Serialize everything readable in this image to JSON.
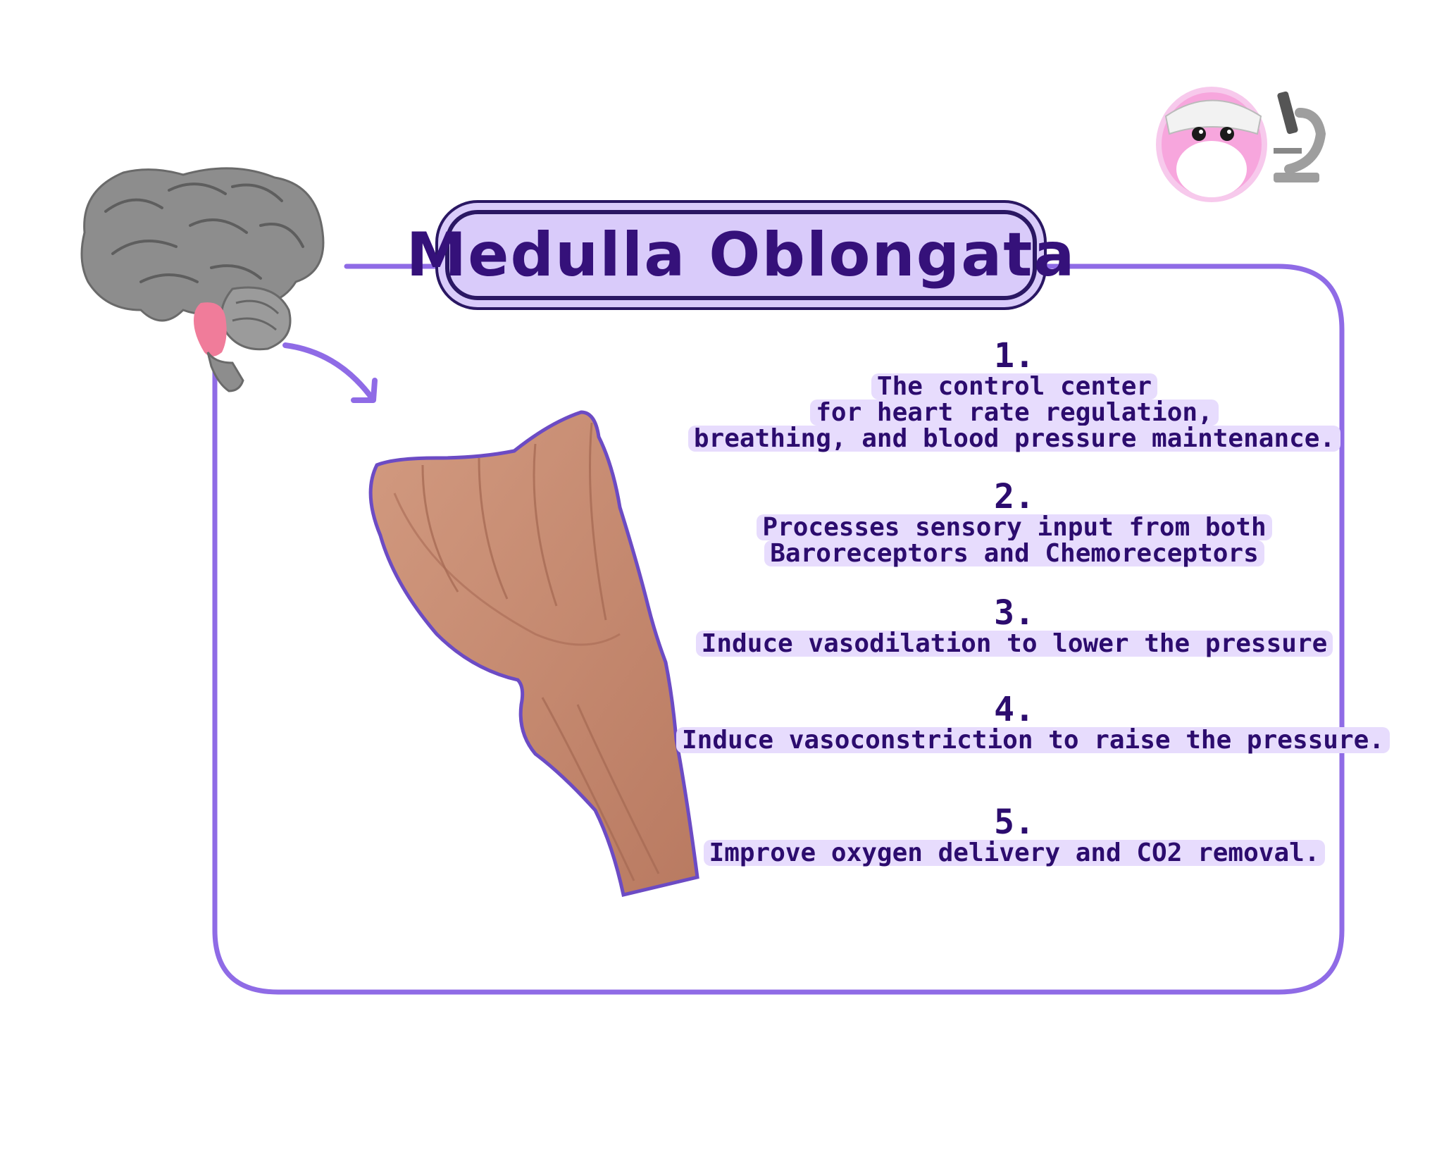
{
  "title": "Medulla Oblongata",
  "facts": [
    {
      "number": "1.",
      "lines": [
        "The control center",
        "for heart rate regulation,",
        "breathing, and blood pressure maintenance."
      ]
    },
    {
      "number": "2.",
      "lines": [
        "Processes sensory input from both",
        "Baroreceptors and Chemoreceptors"
      ]
    },
    {
      "number": "3.",
      "lines": [
        "Induce vasodilation to lower the pressure"
      ]
    },
    {
      "number": "4.",
      "lines": [
        "Induce vasoconstriction to raise the pressure."
      ]
    },
    {
      "number": "5.",
      "lines": [
        "Improve oxygen delivery and CO2 removal."
      ]
    }
  ],
  "colors": {
    "frame": "#8f6be6",
    "title_bg": "#d9cbfa",
    "text": "#2c0c6e",
    "brain": "#8a8a8a",
    "brainstem_highlight": "#f07c9a",
    "medulla": "#c98d74"
  },
  "icons": [
    "brain-icon",
    "arrow-icon",
    "medulla-illustration",
    "mascot-scientist-icon",
    "microscope-icon"
  ]
}
